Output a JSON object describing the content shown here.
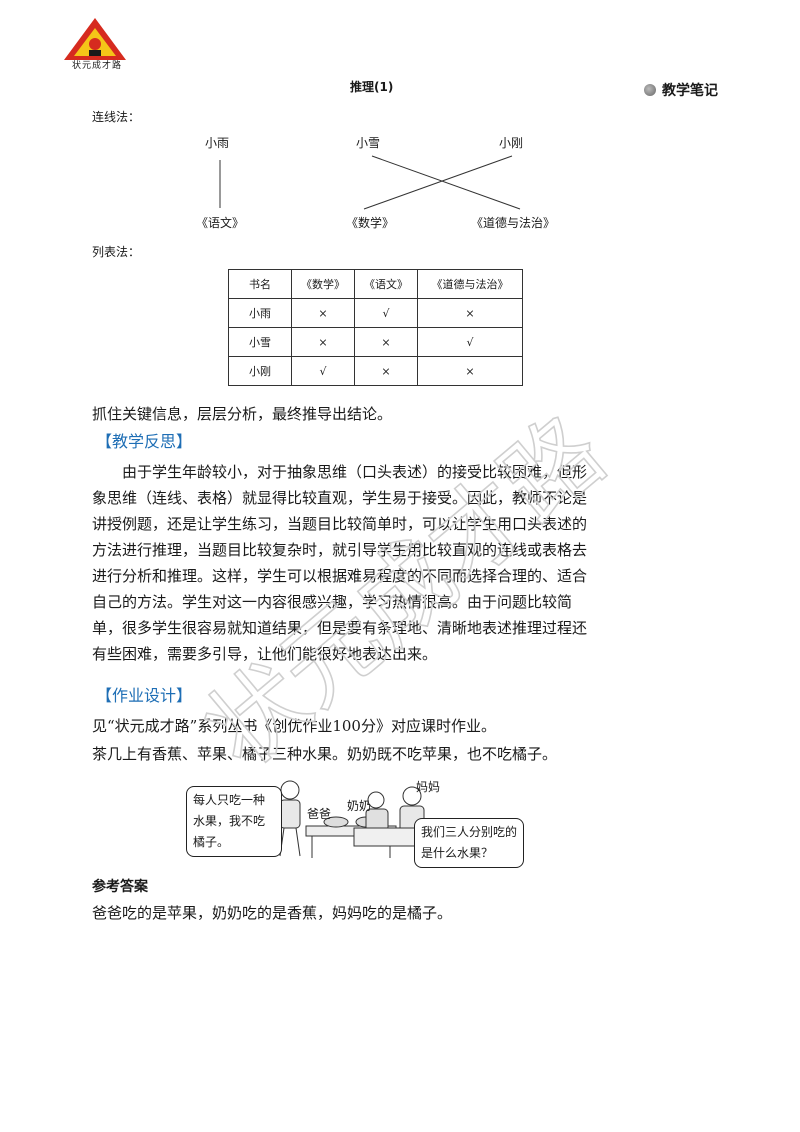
{
  "logo": {
    "text": "状元成才路"
  },
  "side_note": "教学笔记",
  "topic": "推理(1)",
  "line_method": {
    "label": "连线法：",
    "students": [
      "小雨",
      "小雪",
      "小刚"
    ],
    "books": [
      "《语文》",
      "《数学》",
      "《道德与法治》"
    ]
  },
  "table_method": {
    "label": "列表法：",
    "headers": [
      "书名",
      "《数学》",
      "《语文》",
      "《道德与法治》"
    ],
    "rows": [
      [
        "小雨",
        "×",
        "√",
        "×"
      ],
      [
        "小雪",
        "×",
        "×",
        "√"
      ],
      [
        "小刚",
        "√",
        "×",
        "×"
      ]
    ]
  },
  "key_info": "抓住关键信息，层层分析，最终推导出结论。",
  "reflection": {
    "heading": "【教学反思】",
    "text": "由于学生年龄较小，对于抽象思维（口头表述）的接受比较困难，但形象思维（连线、表格）就显得比较直观，学生易于接受。因此，教师不论是讲授例题，还是让学生练习，当题目比较简单时，可以让学生用口头表述的方法进行推理，当题目比较复杂时，就引导学生用比较直观的连线或表格去进行分析和推理。这样，学生可以根据难易程度的不同而选择合理的、适合自己的方法。学生对这一内容很感兴趣，学习热情很高。由于问题比较简单，很多学生很容易就知道结果，但是要有条理地、清晰地表述推理过程还有些困难，需要多引导，让他们能很好地表达出来。"
  },
  "homework": {
    "heading": "【作业设计】",
    "line1": "见“状元成才路”系列丛书《创优作业100分》对应课时作业。",
    "line2": "茶几上有香蕉、苹果、橘子三种水果。奶奶既不吃苹果，也不吃橘子。"
  },
  "illustration": {
    "dad_bubble": "每人只吃一种水果，我不吃橘子。",
    "mom_bubble": "我们三人分别吃的是什么水果？",
    "label_dad": "爸爸",
    "label_grandma": "奶奶",
    "label_mom": "妈妈"
  },
  "answer": {
    "heading": "参考答案",
    "text": "爸爸吃的是苹果，奶奶吃的是香蕉，妈妈吃的是橘子。"
  },
  "watermark": "状元成才路"
}
